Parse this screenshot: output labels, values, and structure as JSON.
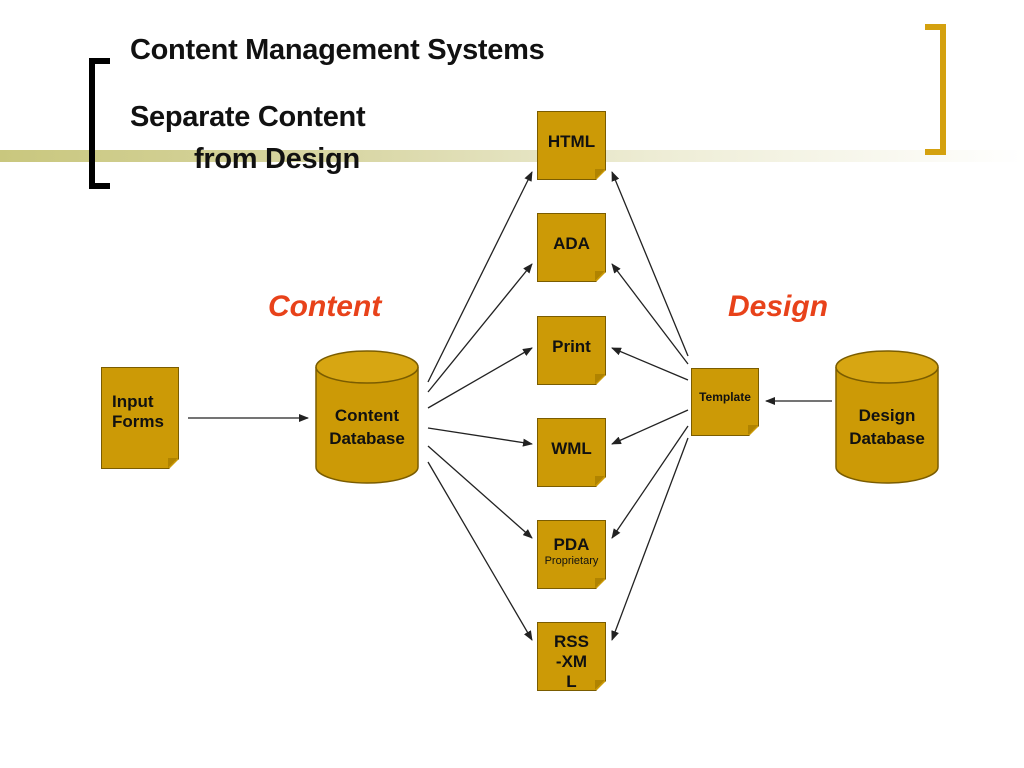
{
  "slide": {
    "title": "Content Management Systems",
    "subtitle_line1": "Separate Content",
    "subtitle_line2": "from Design"
  },
  "labels": {
    "content": "Content",
    "design": "Design"
  },
  "nodes": {
    "input_forms": {
      "line1": "Input",
      "line2": "Forms"
    },
    "content_database": {
      "line1": "Content",
      "line2": "Database"
    },
    "template": {
      "label": "Template"
    },
    "design_database": {
      "line1": "Design",
      "line2": "Database"
    },
    "outputs": [
      {
        "label": "HTML",
        "sub": ""
      },
      {
        "label": "ADA",
        "sub": ""
      },
      {
        "label": "Print",
        "sub": ""
      },
      {
        "label": "WML",
        "sub": ""
      },
      {
        "label": "PDA",
        "sub": "Proprietary"
      },
      {
        "label": "RSS-XML",
        "sub": ""
      }
    ]
  },
  "colors": {
    "node_fill": "#cc9a06",
    "node_border": "#7a5c00",
    "accent_label": "#e8421a",
    "bracket_right": "#d4a10f",
    "bracket_left": "#000000"
  },
  "edges": [
    {
      "from": "Input Forms",
      "to": "Content Database"
    },
    {
      "from": "Design Database",
      "to": "Template"
    },
    {
      "from": "Content Database",
      "to": "HTML"
    },
    {
      "from": "Content Database",
      "to": "ADA"
    },
    {
      "from": "Content Database",
      "to": "Print"
    },
    {
      "from": "Content Database",
      "to": "WML"
    },
    {
      "from": "Content Database",
      "to": "PDA"
    },
    {
      "from": "Content Database",
      "to": "RSS-XML"
    },
    {
      "from": "Template",
      "to": "HTML"
    },
    {
      "from": "Template",
      "to": "ADA"
    },
    {
      "from": "Template",
      "to": "Print"
    },
    {
      "from": "Template",
      "to": "WML"
    },
    {
      "from": "Template",
      "to": "PDA"
    },
    {
      "from": "Template",
      "to": "RSS-XML"
    }
  ]
}
